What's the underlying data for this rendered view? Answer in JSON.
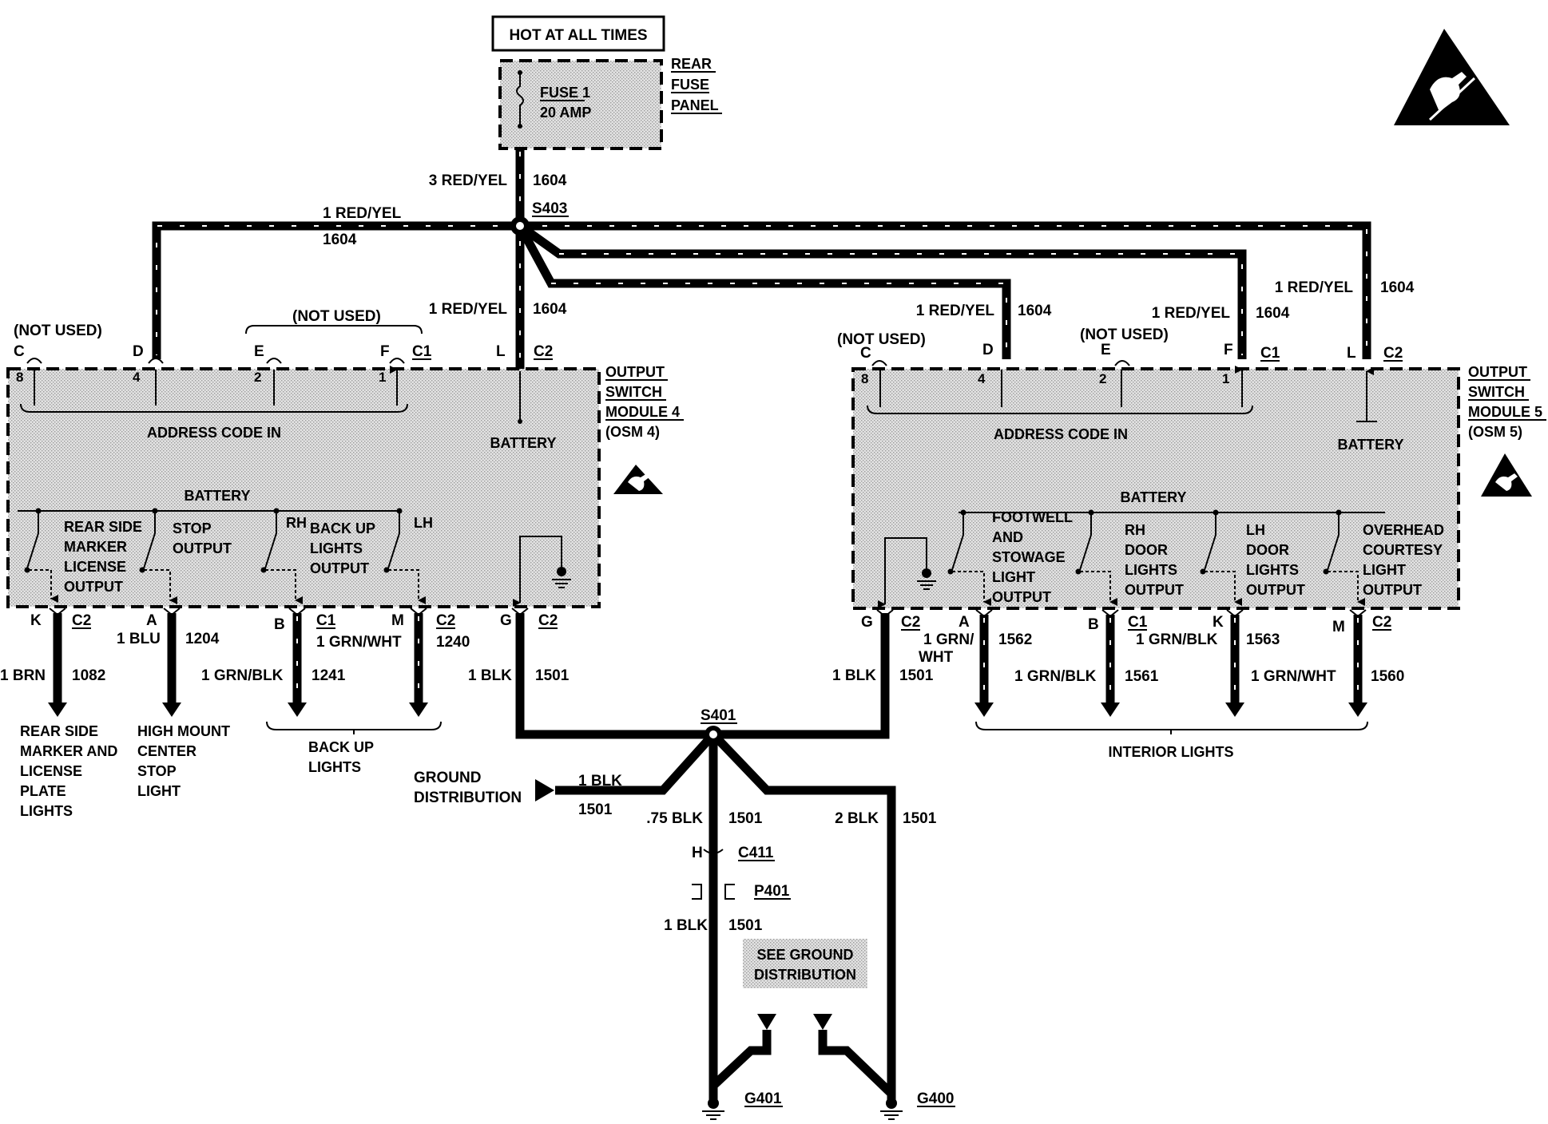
{
  "power": {
    "hot_label": "HOT AT ALL TIMES",
    "panel_label_1": "REAR",
    "panel_label_2": "FUSE",
    "panel_label_3": "PANEL",
    "fuse_name": "FUSE 1",
    "fuse_rating": "20 AMP",
    "feed_wire": "3 RED/YEL",
    "feed_circuit": "1604",
    "splice": "S403"
  },
  "wires": {
    "red_yel": "1 RED/YEL",
    "circuit_1604": "1604",
    "not_used": "(NOT USED)"
  },
  "osm4": {
    "name_1": "OUTPUT",
    "name_2": "SWITCH",
    "name_3": "MODULE 4",
    "name_4": "(OSM 4)",
    "address": "ADDRESS CODE IN",
    "battery": "BATTERY",
    "battery_bus": "BATTERY",
    "pins": {
      "c": "C",
      "d": "D",
      "e": "E",
      "f": "F",
      "l": "L",
      "c1": "C1",
      "c2": "C2",
      "n8": "8",
      "n4": "4",
      "n2": "2",
      "n1": "1"
    },
    "out_rear": [
      "REAR SIDE",
      "MARKER",
      "LICENSE",
      "OUTPUT"
    ],
    "out_stop": [
      "STOP",
      "OUTPUT"
    ],
    "rh": "RH",
    "lh": "LH",
    "out_backup": [
      "BACK UP",
      "LIGHTS",
      "OUTPUT"
    ],
    "bottom": {
      "k": "K",
      "c2a": "C2",
      "a": "A",
      "b": "B",
      "c1": "C1",
      "m": "M",
      "c2b": "C2",
      "g": "G",
      "c2c": "C2",
      "w_brn": "1 BRN",
      "c_1082": "1082",
      "w_blu": "1 BLU",
      "c_1204": "1204",
      "w_grnblk": "1 GRN/BLK",
      "c_1241": "1241",
      "w_grnwht": "1 GRN/WHT",
      "c_1240": "1240",
      "w_blk": "1 BLK",
      "c_1501": "1501"
    },
    "loads": {
      "rear": [
        "REAR SIDE",
        "MARKER AND",
        "LICENSE",
        "PLATE",
        "LIGHTS"
      ],
      "stop": [
        "HIGH MOUNT",
        "CENTER",
        "STOP",
        "LIGHT"
      ],
      "backup": [
        "BACK UP",
        "LIGHTS"
      ]
    }
  },
  "osm5": {
    "name_1": "OUTPUT",
    "name_2": "SWITCH",
    "name_3": "MODULE 5",
    "name_4": "(OSM 5)",
    "address": "ADDRESS CODE IN",
    "battery": "BATTERY",
    "battery_bus": "BATTERY",
    "pins": {
      "c": "C",
      "d": "D",
      "e": "E",
      "f": "F",
      "l": "L",
      "c1": "C1",
      "c2": "C2",
      "n8": "8",
      "n4": "4",
      "n2": "2",
      "n1": "1"
    },
    "out_foot": [
      "FOOTWELL",
      "AND",
      "STOWAGE",
      "LIGHT",
      "OUTPUT"
    ],
    "out_rh": [
      "RH",
      "DOOR",
      "LIGHTS",
      "OUTPUT"
    ],
    "out_lh": [
      "LH",
      "DOOR",
      "LIGHTS",
      "OUTPUT"
    ],
    "out_over": [
      "OVERHEAD",
      "COURTESY",
      "LIGHT",
      "OUTPUT"
    ],
    "bottom": {
      "g": "G",
      "c2a": "C2",
      "a": "A",
      "b": "B",
      "c1": "C1",
      "k": "K",
      "m": "M",
      "c2b": "C2",
      "w_blk": "1 BLK",
      "c_1501": "1501",
      "w_grnwht_a": "1 GRN/",
      "w_grnwht_b": "WHT",
      "c_1562": "1562",
      "w_grnblk": "1 GRN/BLK",
      "c_1563": "1563",
      "w_grnblk2": "1 GRN/BLK",
      "c_1561": "1561",
      "w_grnwht2": "1 GRN/WHT",
      "c_1560": "1560"
    },
    "loads": {
      "interior": "INTERIOR LIGHTS"
    }
  },
  "ground": {
    "splice": "S401",
    "dist_1": "GROUND",
    "dist_2": "DISTRIBUTION",
    "dist_wire": "1 BLK",
    "dist_circuit": "1501",
    "w75": ".75 BLK",
    "c75": "1501",
    "w2": "2 BLK",
    "c2": "1501",
    "conn_h": "H",
    "conn_c411": "C411",
    "conn_p401": "P401",
    "w1": "1 BLK",
    "c1": "1501",
    "see_1": "SEE GROUND",
    "see_2": "DISTRIBUTION",
    "g401": "G401",
    "g400": "G400"
  },
  "icons": {
    "esd_large": "esd-warning-icon",
    "esd_osm4": "esd-warning-icon",
    "esd_osm5": "esd-warning-icon",
    "ground": "ground-symbol-icon"
  }
}
